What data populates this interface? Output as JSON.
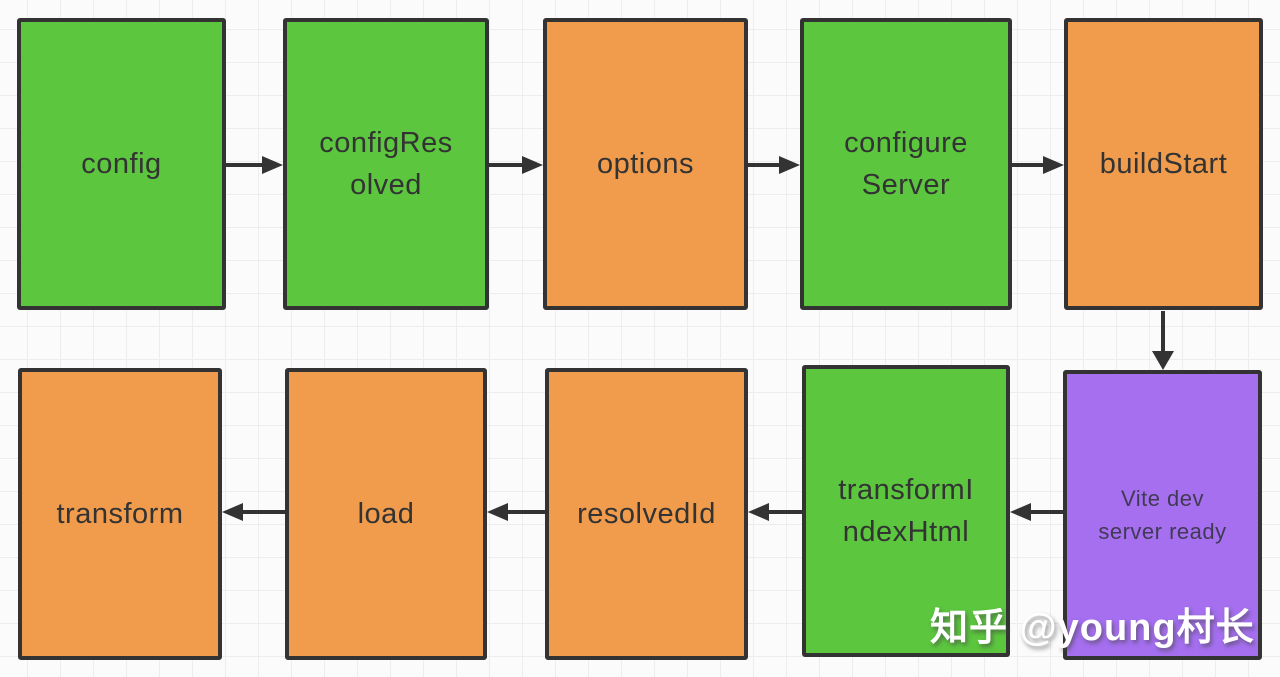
{
  "diagram": {
    "description": "Vite plugin lifecycle hooks flowchart",
    "colors": {
      "green": "#5bc63e",
      "orange": "#f09c4c",
      "purple": "#a56ff0",
      "border": "#333333",
      "arrow": "#333333",
      "background": "#fbfbfb",
      "grid_line": "#ededed"
    },
    "nodes": [
      {
        "id": "config",
        "label": "config",
        "color": "green"
      },
      {
        "id": "configResolved",
        "label": "configRes\nolved",
        "color": "green"
      },
      {
        "id": "options",
        "label": "options",
        "color": "orange"
      },
      {
        "id": "configureServer",
        "label": "configure\nServer",
        "color": "green"
      },
      {
        "id": "buildStart",
        "label": "buildStart",
        "color": "orange"
      },
      {
        "id": "transform",
        "label": "transform",
        "color": "orange"
      },
      {
        "id": "load",
        "label": "load",
        "color": "orange"
      },
      {
        "id": "resolvedId",
        "label": "resolvedId",
        "color": "orange"
      },
      {
        "id": "transformIndexHtml",
        "label": "transformI\nndexHtml",
        "color": "green"
      },
      {
        "id": "viteDevServerReady",
        "label": "Vite dev\nserver ready",
        "color": "purple"
      }
    ],
    "edges": [
      {
        "from": "config",
        "to": "configResolved",
        "direction": "right"
      },
      {
        "from": "configResolved",
        "to": "options",
        "direction": "right"
      },
      {
        "from": "options",
        "to": "configureServer",
        "direction": "right"
      },
      {
        "from": "configureServer",
        "to": "buildStart",
        "direction": "right"
      },
      {
        "from": "buildStart",
        "to": "viteDevServerReady",
        "direction": "down"
      },
      {
        "from": "viteDevServerReady",
        "to": "transformIndexHtml",
        "direction": "left"
      },
      {
        "from": "transformIndexHtml",
        "to": "resolvedId",
        "direction": "left"
      },
      {
        "from": "resolvedId",
        "to": "load",
        "direction": "left"
      },
      {
        "from": "load",
        "to": "transform",
        "direction": "left"
      }
    ]
  },
  "watermark": {
    "text": "知乎 @young村长"
  }
}
